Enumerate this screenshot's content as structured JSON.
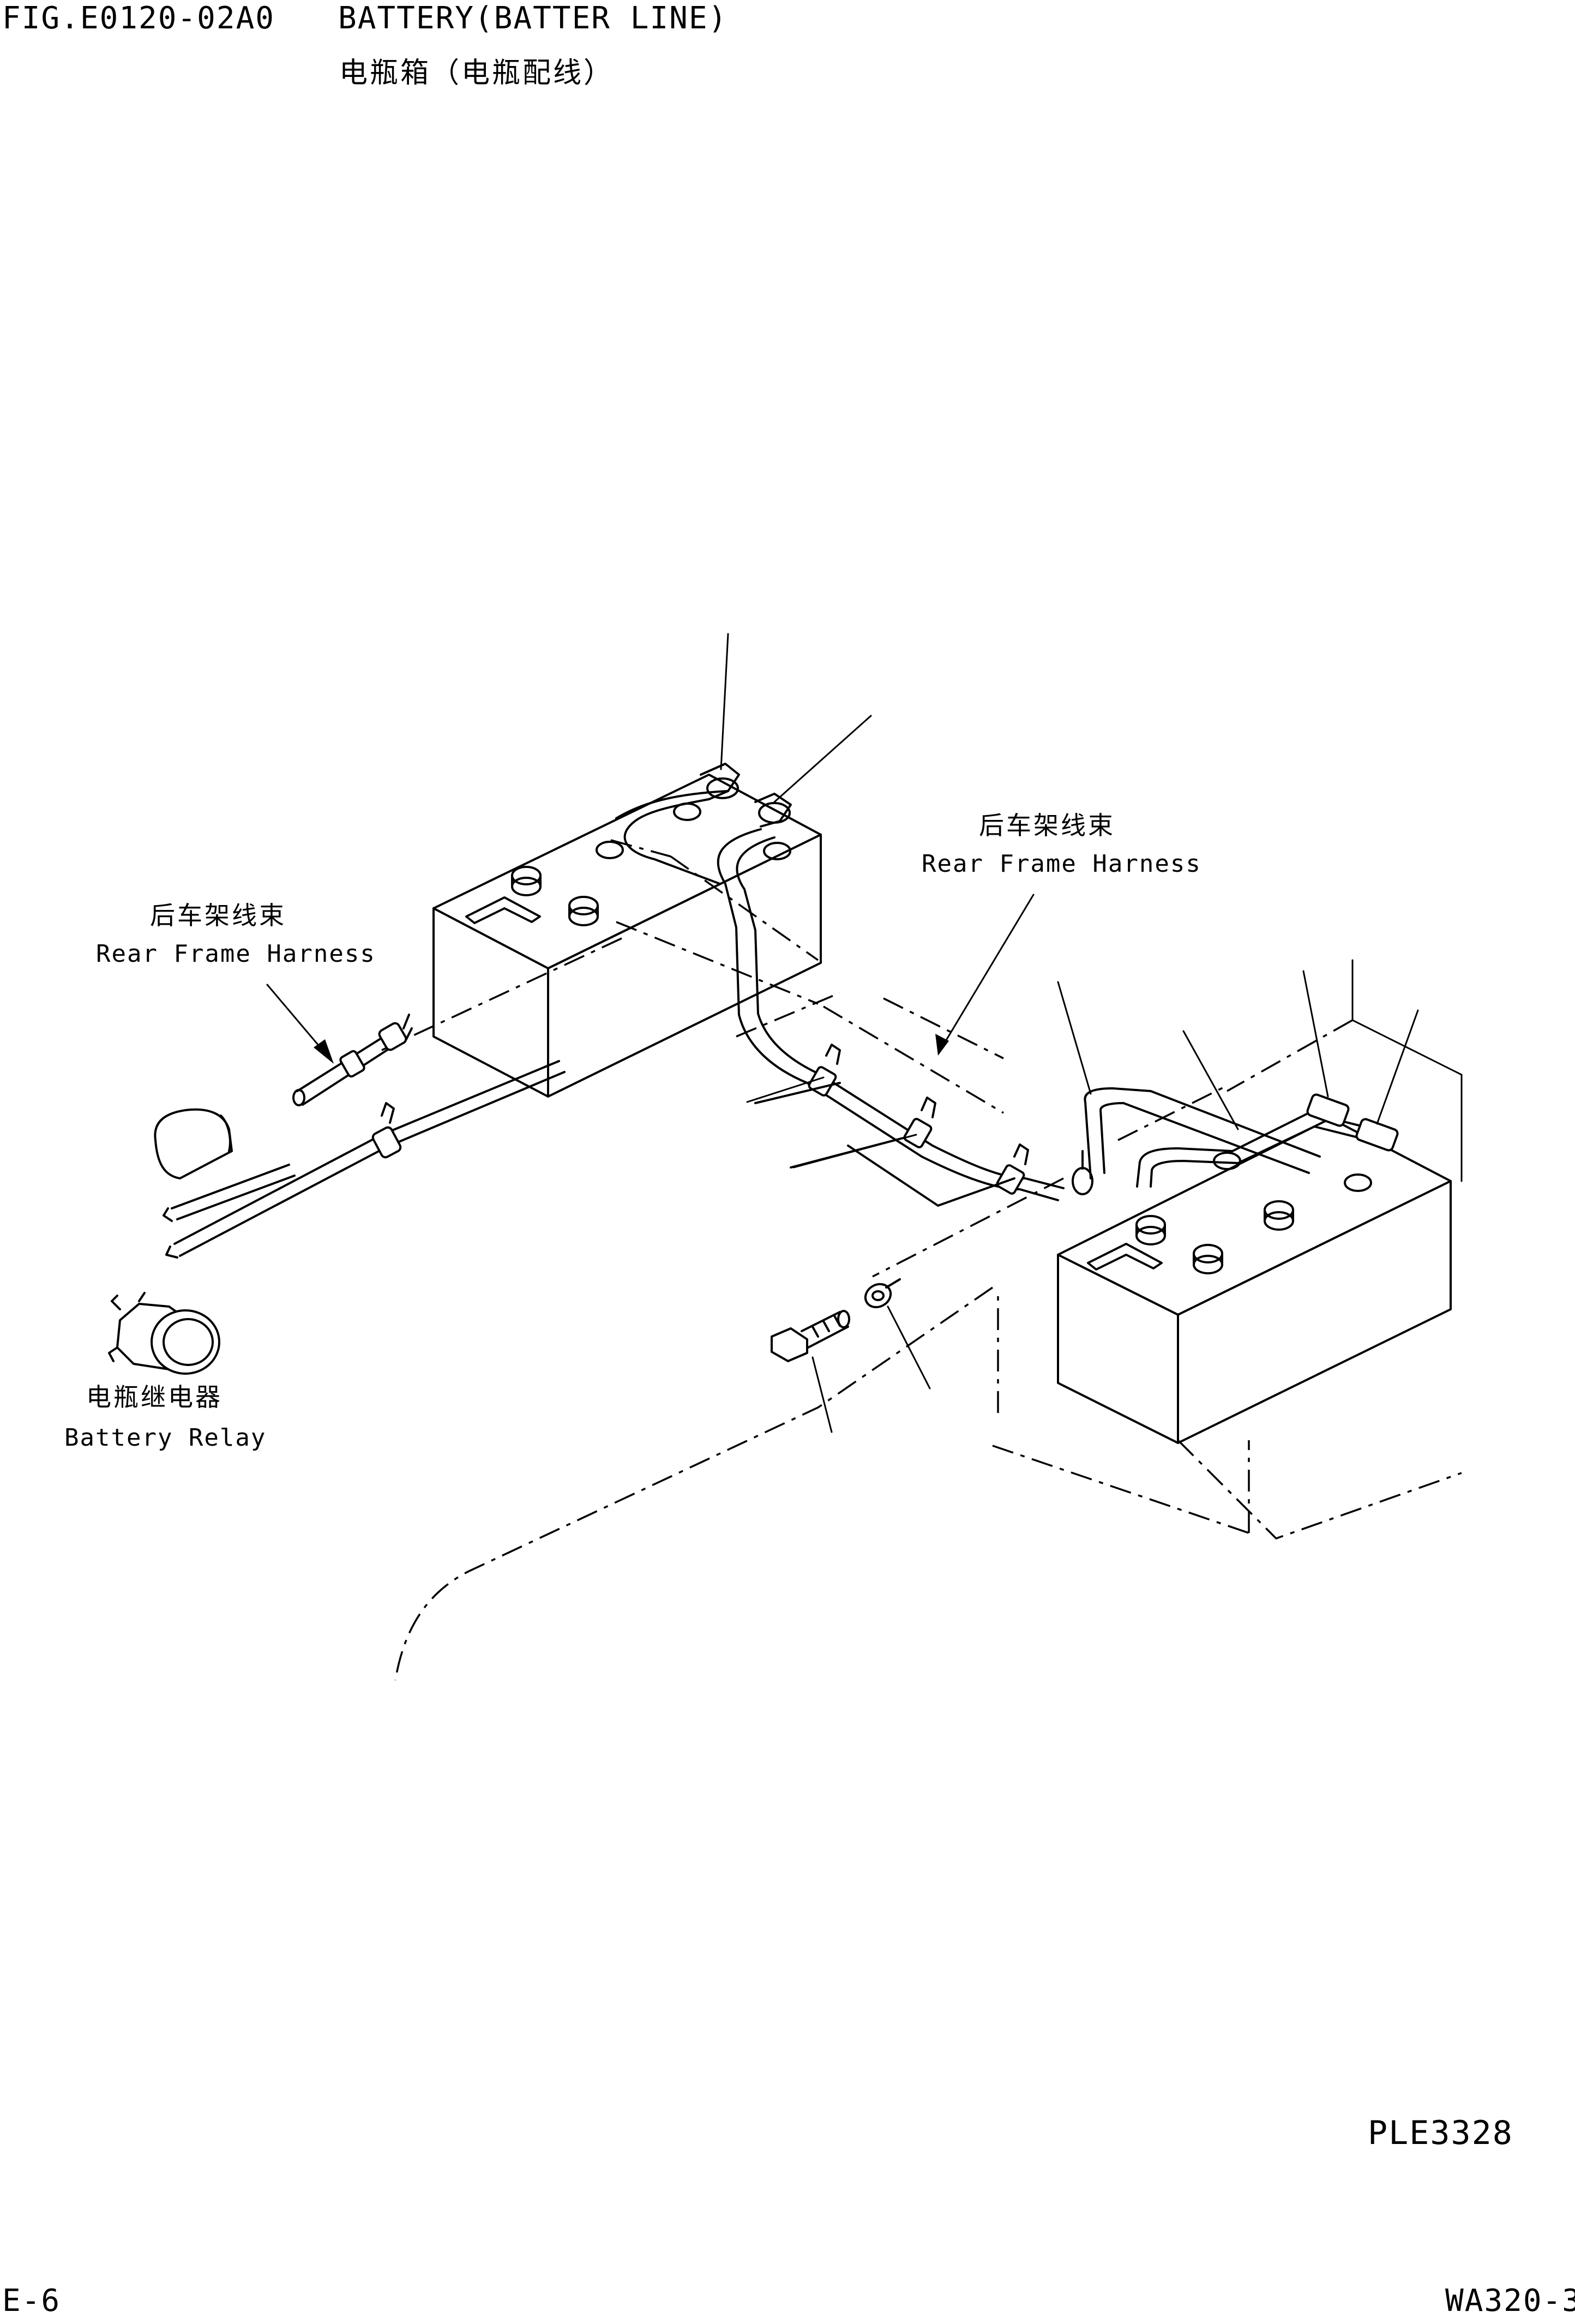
{
  "header": {
    "fig_no": "FIG.E0120-02A0",
    "title_en": "BATTERY(BATTER LINE)",
    "title_cn": "电瓶箱（电瓶配线）"
  },
  "labels": {
    "rear_harness_left_cn": "后车架线束",
    "rear_harness_left_en": "Rear Frame Harness",
    "rear_harness_right_cn": "后车架线束",
    "rear_harness_right_en": "Rear Frame Harness",
    "battery_relay_cn": "电瓶继电器",
    "battery_relay_en": "Battery Relay"
  },
  "footer": {
    "drawing_code": "PLE3328",
    "page": "E-6",
    "model": "WA320-3"
  }
}
